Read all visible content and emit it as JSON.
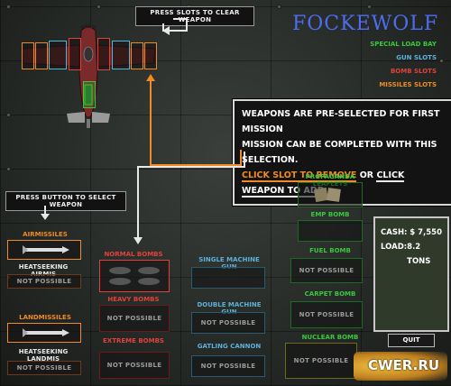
{
  "hints": {
    "top": "PRESS SLOTS TO CLEAR WEAPON",
    "left": "PRESS BUTTON TO SELECT WEAPON"
  },
  "plane": {
    "name": "FOCKEWOLF"
  },
  "legend": {
    "special": "SPECIAL LOAD BAY",
    "gun": "GUN SLOTS",
    "bomb": "BOMB SLOTS",
    "missiles": "MISSILES SLOTS"
  },
  "info": {
    "line1": "WEAPONS ARE PRE-SELECTED FOR FIRST MISSION",
    "line2": "MISSION CAN BE COMPLETED WITH THIS SELECTION.",
    "remove": "CLICK SLOT TO REMOVE",
    "or": "OR",
    "add": "CLICK WEAPON TO ADD."
  },
  "missiles": {
    "air": {
      "label": "AIRMISSILES",
      "weapon": "HEATSEEKING AIRMIS",
      "status": "NOT POSSIBLE"
    },
    "land": {
      "label": "LANDMISSILES",
      "weapon": "HEATSEEKING LANDMIS",
      "status": "NOT POSSIBLE"
    }
  },
  "bombs": {
    "normal": "NORMAL BOMBS",
    "heavy": "HEAVY BOMBS",
    "extreme": "EXTREME BOMBS",
    "status": "NOT POSSIBLE"
  },
  "guns": {
    "single": "SINGLE MACHINE GUN",
    "double": "DOUBLE MACHINE GUN",
    "gatling": "GATLING CANNON",
    "status": "NOT POSSIBLE"
  },
  "special": {
    "propaganda": "PROPAGANDA LEAFLETS",
    "emp": "EMP BOMB",
    "fuel": "FUEL BOMB",
    "carpet": "CARPET BOMB",
    "nuclear": "NUCLEAR BOMB",
    "status": "NOT POSSIBLE"
  },
  "stats": {
    "cash_label": "CASH:",
    "cash_value": "$ 7,550",
    "load_label": "LOAD:",
    "load_value": "8.2 TONS"
  },
  "quit": "QUIT",
  "watermark": "CWER.RU",
  "colors": {
    "special": "#39c83c",
    "gun": "#5bb0d8",
    "bomb": "#e0413a",
    "missiles": "#f08a24",
    "title": "#4e6cf0"
  }
}
